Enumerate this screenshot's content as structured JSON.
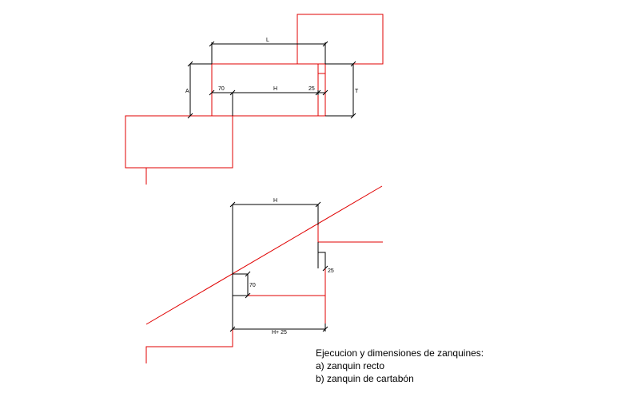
{
  "labels": {
    "top_L": "L",
    "top_A": "A",
    "top_70": "70",
    "top_H": "H",
    "top_25": "25",
    "top_T": "T",
    "bot_H": "H",
    "bot_25": "25",
    "bot_70": "70",
    "bot_H25": "H+ 25"
  },
  "caption": {
    "line1": "Ejecucion y dimensiones de zanquines:",
    "line2": "a) zanquin recto",
    "line3": "b) zanquin de cartabón"
  },
  "colors": {
    "construction": "#e00000",
    "dimension": "#000000"
  }
}
